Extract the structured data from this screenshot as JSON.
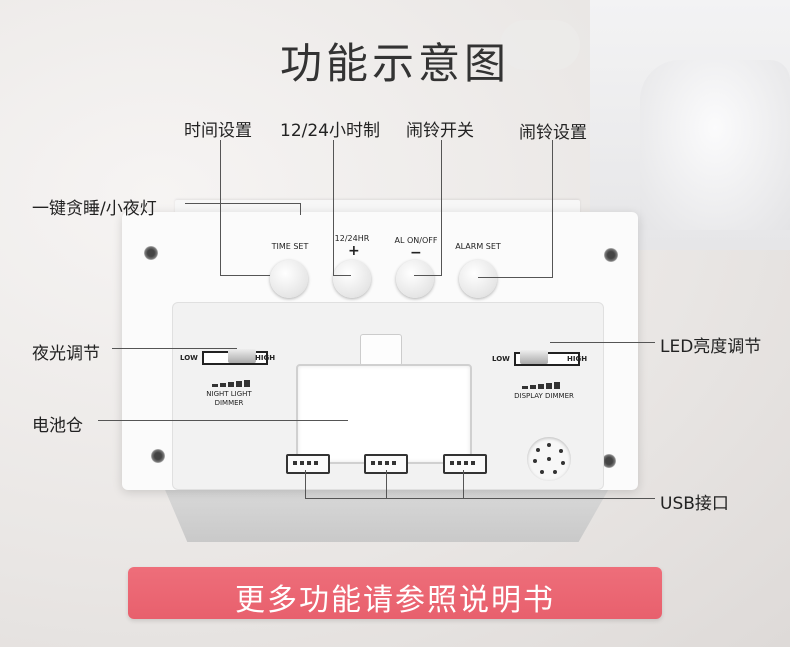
{
  "title": "功能示意图",
  "callouts": {
    "time_set": "时间设置",
    "hour_mode": "12/24小时制",
    "alarm_onoff": "闹铃开关",
    "alarm_set": "闹铃设置",
    "snooze": "一键贪睡/小夜灯",
    "night_dimmer": "夜光调节",
    "battery": "电池仓",
    "led_dimmer": "LED亮度调节",
    "usb": "USB接口"
  },
  "device": {
    "buttons": [
      {
        "label": "TIME SET",
        "symbol": ""
      },
      {
        "label": "12/24HR",
        "symbol": "+"
      },
      {
        "label": "AL ON/OFF",
        "symbol": "−"
      },
      {
        "label": "ALARM SET",
        "symbol": ""
      }
    ],
    "night_slider": {
      "low": "LOW",
      "high": "HIGH",
      "caption_line1": "NIGHT LIGHT",
      "caption_line2": "DIMMER"
    },
    "display_slider": {
      "low": "LOW",
      "high": "HIGH",
      "caption": "DISPLAY DIMMER"
    }
  },
  "banner": "更多功能请参照说明书"
}
